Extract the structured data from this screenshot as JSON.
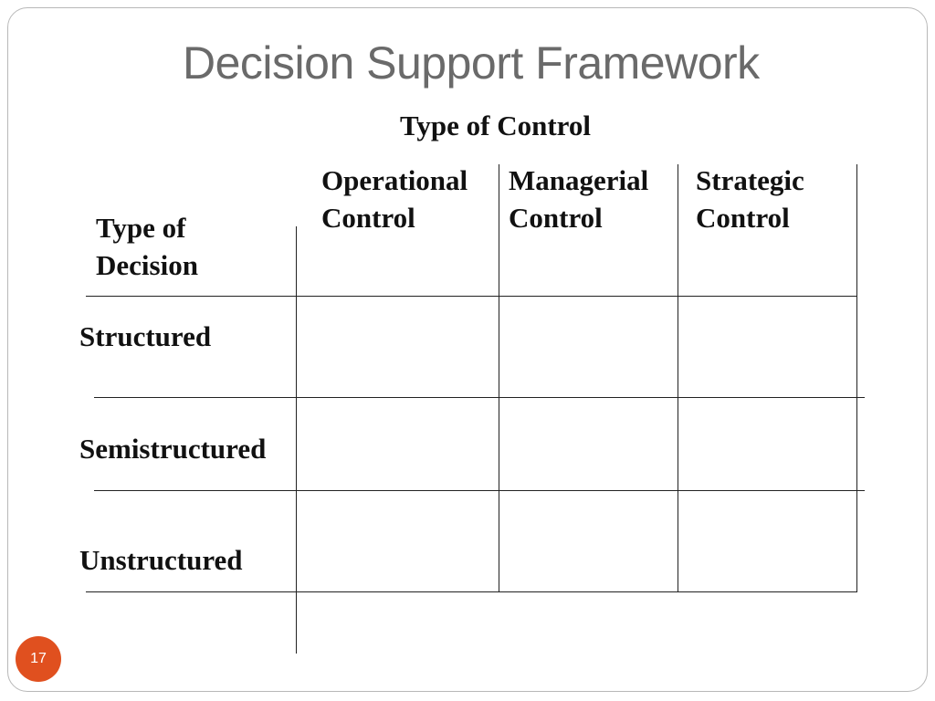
{
  "slide": {
    "title": "Decision Support Framework",
    "page_number": "17"
  },
  "grid": {
    "column_axis_label": "Type of Control",
    "row_axis_label_line1": "Type of",
    "row_axis_label_line2": "Decision",
    "columns": [
      {
        "line1": "Operational",
        "line2": "Control"
      },
      {
        "line1": "Managerial",
        "line2": "Control"
      },
      {
        "line1": "Strategic",
        "line2": "Control"
      }
    ],
    "rows": [
      "Structured",
      "Semistructured",
      "Unstructured"
    ]
  },
  "colors": {
    "title": "#6a6a6a",
    "badge": "#e0501f",
    "frame_border": "#b8b8b8"
  }
}
